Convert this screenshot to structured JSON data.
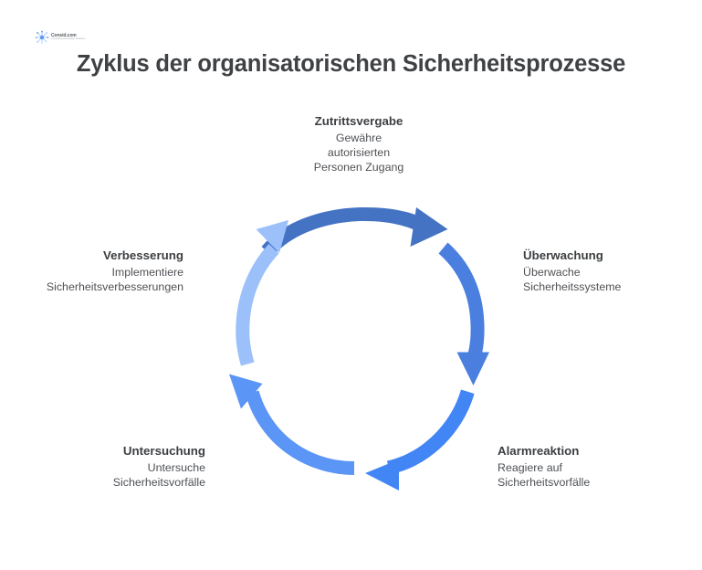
{
  "header": {
    "title": "Zyklus der organisatorischen Sicherheitsprozesse"
  },
  "logo": {
    "name": "Consid.com",
    "tagline": "Consulting and Design Solutions",
    "icon": "starburst-sparkle-icon"
  },
  "colors": {
    "background": "#ffffff",
    "title_text": "#3f4144",
    "node_title_text": "#3c3f42",
    "node_desc_text": "#4f5155",
    "arrow_step_1": "#4573c4",
    "arrow_step_2": "#4a7fe0",
    "arrow_step_3": "#4285f4",
    "arrow_step_4": "#5b95f5",
    "arrow_step_5": "#9cc0fa"
  },
  "chart_data": {
    "type": "diagram",
    "diagram_kind": "cycle",
    "title": "Zyklus der organisatorischen Sicherheitsprozesse",
    "direction": "clockwise",
    "step_count": 5,
    "steps": [
      {
        "index": 1,
        "label": "Zutrittsvergabe",
        "description": "Gewähre autorisierten Personen Zugang",
        "description_lines": [
          "Gewähre",
          "autorisierten",
          "Personen Zugang"
        ],
        "position": "top",
        "align": "center",
        "arrow_color": "#4573c4",
        "arrow_from_deg": -64,
        "arrow_to_deg": 10
      },
      {
        "index": 2,
        "label": "Überwachung",
        "description": "Überwache Sicherheitssysteme",
        "description_lines": [
          "Überwache",
          "Sicherheitssysteme"
        ],
        "position": "right",
        "align": "left",
        "arrow_color": "#4a7fe0",
        "arrow_from_deg": 20,
        "arrow_to_deg": 90
      },
      {
        "index": 3,
        "label": "Alarmreaktion",
        "description": "Reagiere auf Sicherheitsvorfälle",
        "description_lines": [
          "Reagiere auf",
          "Sicherheitsvorfälle"
        ],
        "position": "bottom-right",
        "align": "left",
        "arrow_color": "#4285f4",
        "arrow_from_deg": 100,
        "arrow_to_deg": 160
      },
      {
        "index": 4,
        "label": "Untersuchung",
        "description": "Untersuche Sicherheitsvorfälle",
        "description_lines": [
          "Untersuche",
          "Sicherheitsvorfälle"
        ],
        "position": "bottom-left",
        "align": "right",
        "arrow_color": "#5b95f5",
        "arrow_from_deg": 172,
        "arrow_to_deg": 232
      },
      {
        "index": 5,
        "label": "Verbesserung",
        "description": "Implementiere Sicherheitsverbesserungen",
        "description_lines": [
          "Implementiere",
          "Sicherheitsverbesserungen"
        ],
        "position": "left",
        "align": "right",
        "arrow_color": "#9cc0fa",
        "arrow_from_deg": 244,
        "arrow_to_deg": 295
      }
    ]
  }
}
